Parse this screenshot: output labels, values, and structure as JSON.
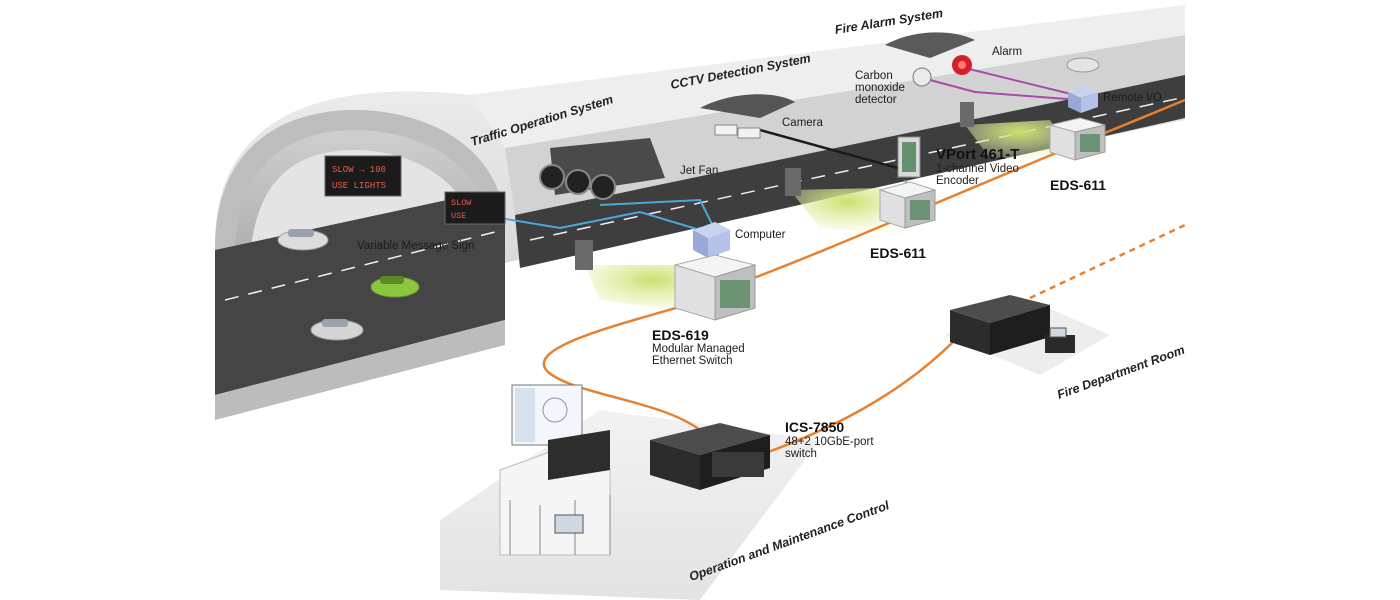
{
  "systems": {
    "traffic": "Traffic Operation System",
    "cctv": "CCTV Detection System",
    "fire_alarm": "Fire Alarm System",
    "operation": "Operation and Maintenance Control",
    "fire_room": "Fire Department Room"
  },
  "devices": {
    "camera": "Camera",
    "jet_fan": "Jet Fan",
    "vms": "Variable Message Sign",
    "computer": "Computer",
    "alarm": "Alarm",
    "co_detector_1": "Carbon",
    "co_detector_2": "monoxide",
    "co_detector_3": "detector",
    "remote_io": "Remote I/O"
  },
  "nodes": {
    "vport_model": "VPort 461-T",
    "vport_desc_1": "1-channel Video",
    "vport_desc_2": "Encoder",
    "eds611_a": "EDS-611",
    "eds611_b": "EDS-611",
    "eds619_model": "EDS-619",
    "eds619_desc_1": "Modular Managed",
    "eds619_desc_2": "Ethernet Switch",
    "ics_model": "ICS-7850",
    "ics_desc_1": "48+2 10GbE-port",
    "ics_desc_2": "switch"
  },
  "signs": {
    "vms_big_1": "SLOW → 100",
    "vms_big_2": "USE LIGHTS",
    "vms_small_1": "SLOW",
    "vms_small_2": "USE"
  },
  "colors": {
    "fiber": "#e8812f",
    "ethernet": "#4aa8d8",
    "alarm_line": "#a64ca8",
    "video_line": "#1a1a1a",
    "light_cone": "#d6e97a",
    "tunnel": "#e6e6e6",
    "road": "#3e3e3e"
  }
}
